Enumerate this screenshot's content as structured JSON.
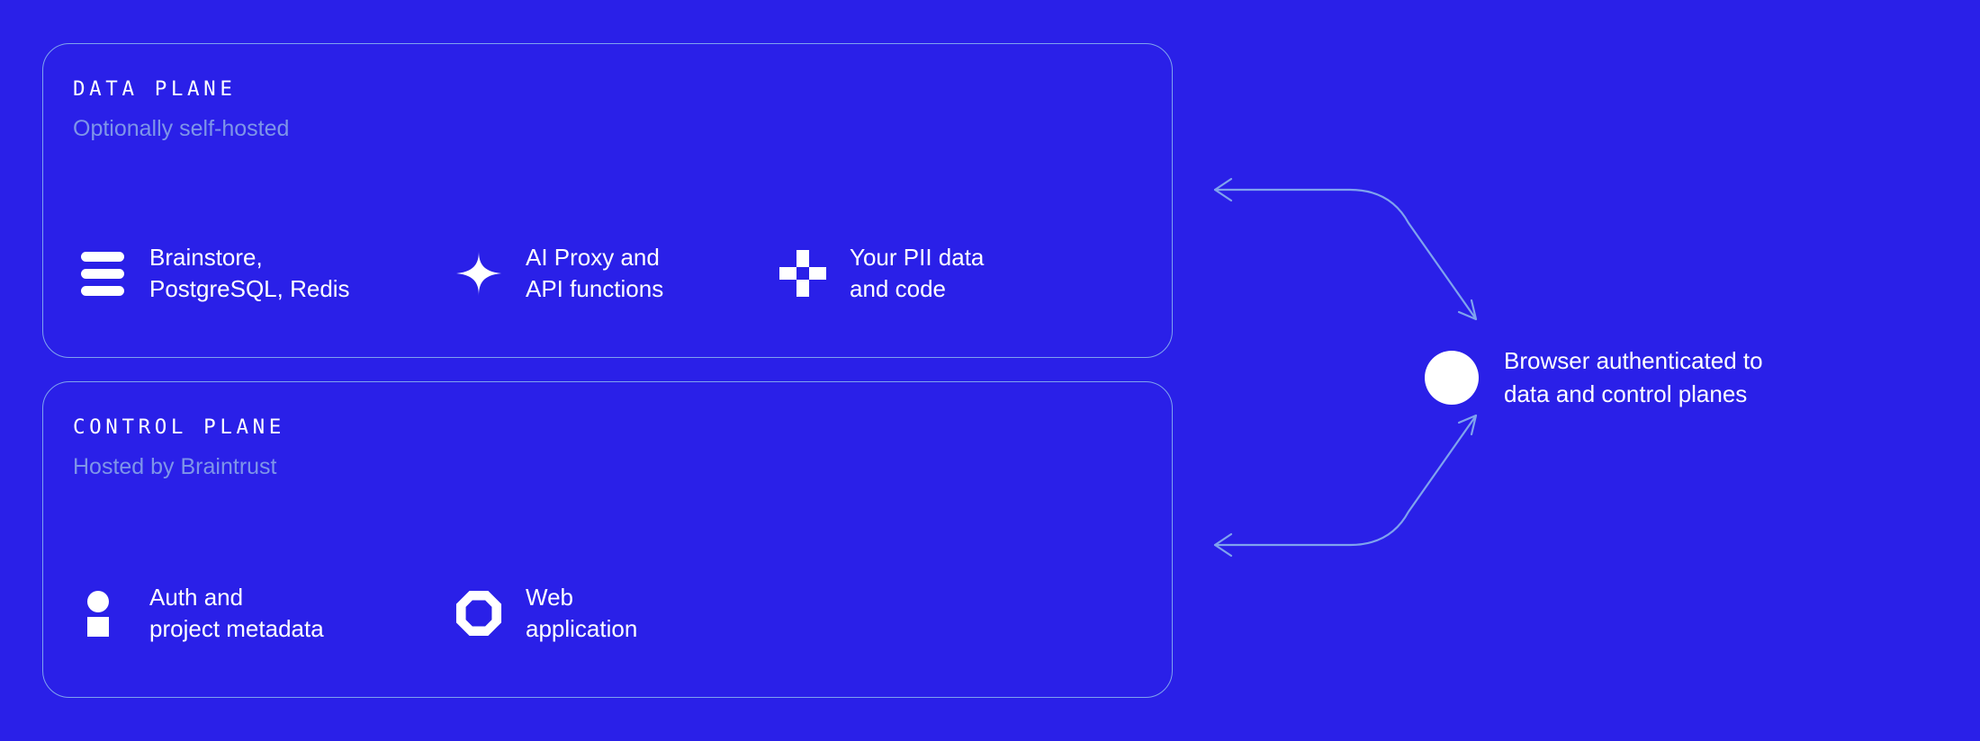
{
  "theme": {
    "background": "#2A20E8",
    "border": "#7FA3EE",
    "text_primary": "#FFFFFF",
    "text_muted": "#7E95E9",
    "connector": "#7FA3EE",
    "icon_fill": "#FFFFFF"
  },
  "data_plane": {
    "title": "DATA PLANE",
    "subtitle": "Optionally self-hosted",
    "items": [
      {
        "icon": "stack-icon",
        "label": "Brainstore,\nPostgreSQL, Redis"
      },
      {
        "icon": "sparkle-icon",
        "label": "AI Proxy and\nAPI functions"
      },
      {
        "icon": "plus-icon",
        "label": "Your PII data\nand code"
      }
    ]
  },
  "control_plane": {
    "title": "CONTROL PLANE",
    "subtitle": "Hosted by Braintrust",
    "items": [
      {
        "icon": "person-icon",
        "label": "Auth and\nproject metadata"
      },
      {
        "icon": "octagon-icon",
        "label": "Web\napplication"
      }
    ]
  },
  "browser": {
    "icon": "circle-icon",
    "label": "Browser authenticated to\ndata and control planes"
  },
  "connectors": [
    {
      "name": "data-plane-to-browser",
      "from": "data-plane",
      "to": "browser",
      "bidirectional": true
    },
    {
      "name": "control-plane-to-browser",
      "from": "control-plane",
      "to": "browser",
      "bidirectional": true
    }
  ]
}
